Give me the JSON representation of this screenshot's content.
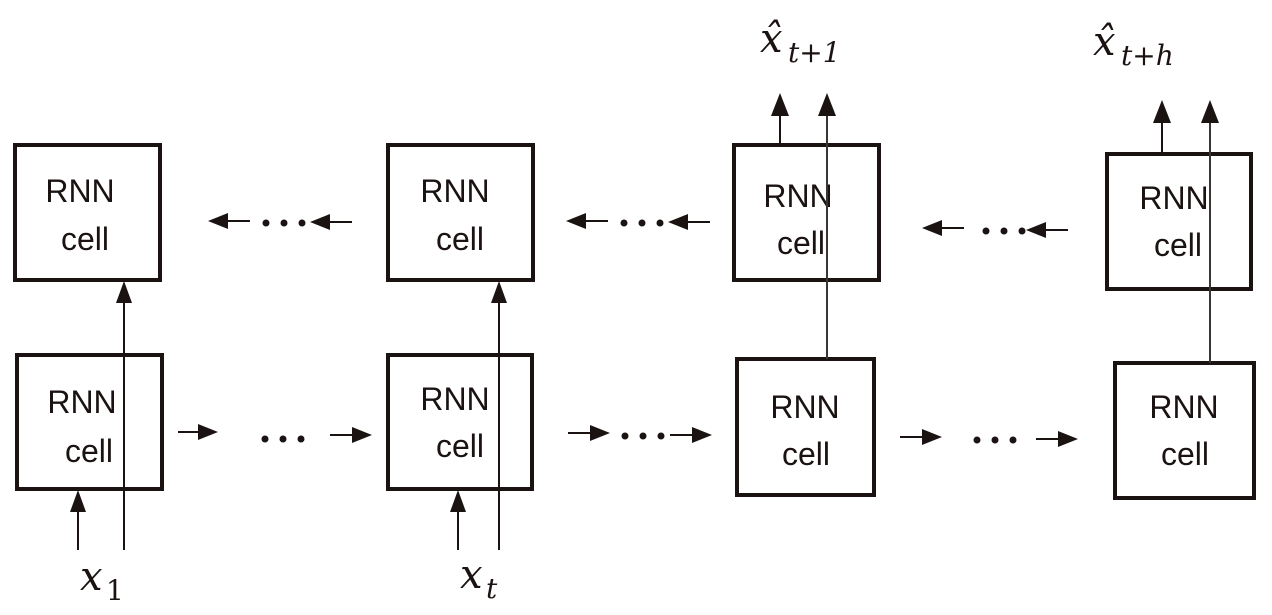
{
  "diagram": {
    "title": "Encoder-decoder RNN for multi-step forecasting",
    "cell_label_line1": "RNN",
    "cell_label_line2": "cell",
    "encoder": {
      "cells": [
        {
          "id": "enc-1",
          "label_line1": "RNN",
          "label_line2": "cell",
          "input": {
            "var": "x",
            "sub": "1"
          }
        },
        {
          "id": "enc-t",
          "label_line1": "RNN",
          "label_line2": "cell",
          "input": {
            "var": "x",
            "sub": "t"
          }
        },
        {
          "id": "enc-3",
          "label_line1": "RNN",
          "label_line2": "cell"
        },
        {
          "id": "enc-4",
          "label_line1": "RNN",
          "label_line2": "cell"
        }
      ],
      "direction": "left-to-right"
    },
    "decoder": {
      "cells": [
        {
          "id": "dec-1",
          "label_line1": "RNN",
          "label_line2": "cell"
        },
        {
          "id": "dec-t",
          "label_line1": "RNN",
          "label_line2": "cell"
        },
        {
          "id": "dec-3",
          "label_line1": "RNN",
          "label_line2": "cell",
          "output": {
            "var": "x̂",
            "sub": "t+1"
          }
        },
        {
          "id": "dec-4",
          "label_line1": "RNN",
          "label_line2": "cell",
          "output": {
            "var": "x̂",
            "sub": "t+h"
          }
        }
      ],
      "direction": "right-to-left"
    },
    "ellipsis": "⋯",
    "labels": {
      "x1_var": "x",
      "x1_sub": "1",
      "xt_var": "x",
      "xt_sub": "t",
      "out1_var": "x̂",
      "out1_sub": "t+1",
      "outh_var": "x̂",
      "outh_sub": "t+h"
    }
  }
}
